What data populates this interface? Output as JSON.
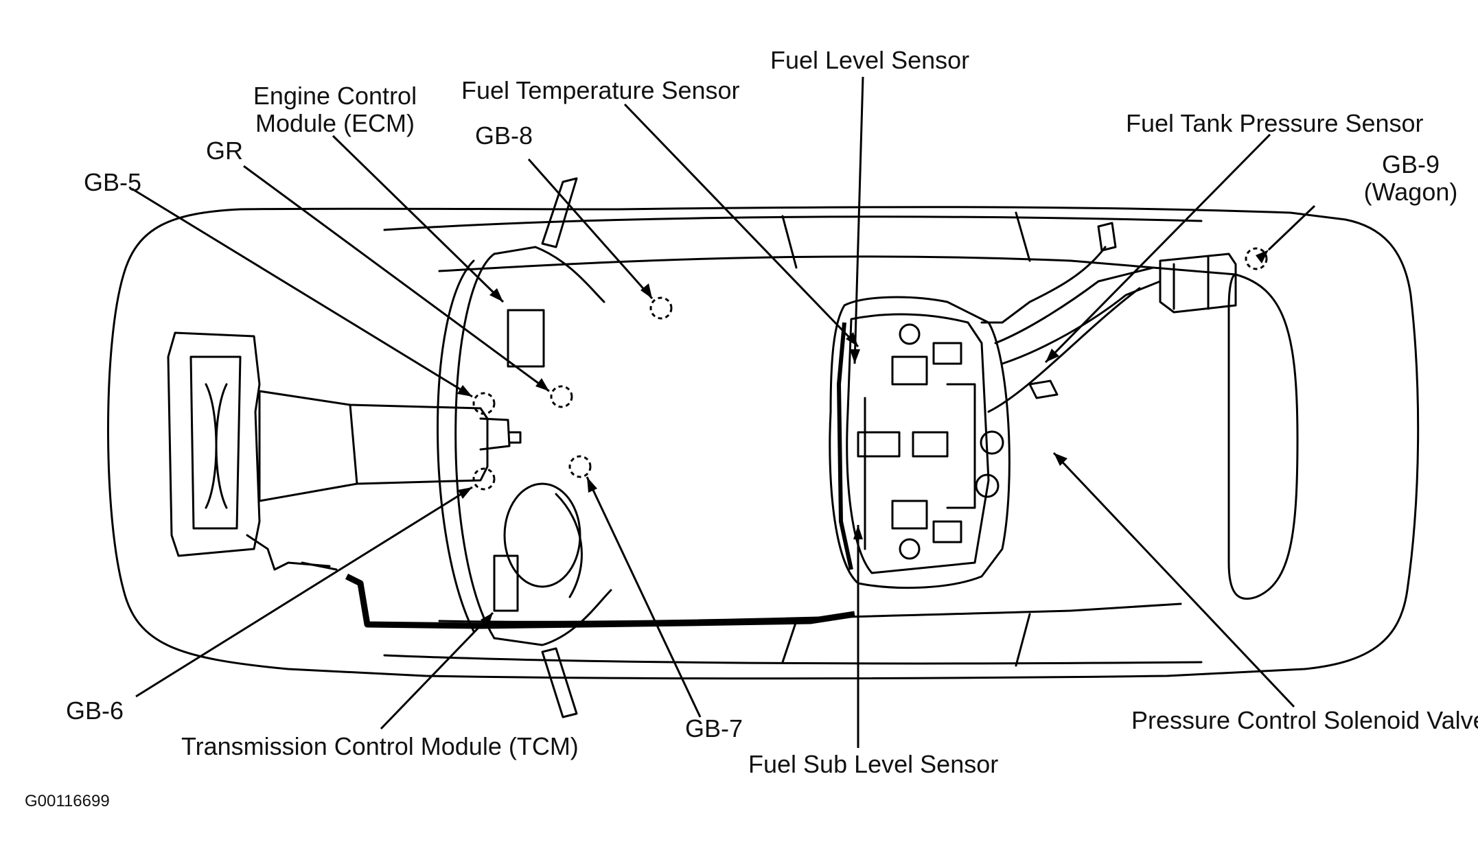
{
  "labels": {
    "fuel_level_sensor": "Fuel Level Sensor",
    "fuel_temperature_sensor": "Fuel Temperature Sensor",
    "ecm_line1": "Engine Control",
    "ecm_line2": "Module (ECM)",
    "gb8": "GB-8",
    "gr": "GR",
    "gb5": "GB-5",
    "fuel_tank_pressure_sensor": "Fuel Tank Pressure Sensor",
    "gb9_line1": "GB-9",
    "gb9_line2": "(Wagon)",
    "gb6": "GB-6",
    "tcm": "Transmission Control Module (TCM)",
    "gb7": "GB-7",
    "fuel_sub_level_sensor": "Fuel Sub Level Sensor",
    "pressure_control_solenoid_valve": "Pressure Control Solenoid Valve"
  },
  "figure_code": "G00116699"
}
